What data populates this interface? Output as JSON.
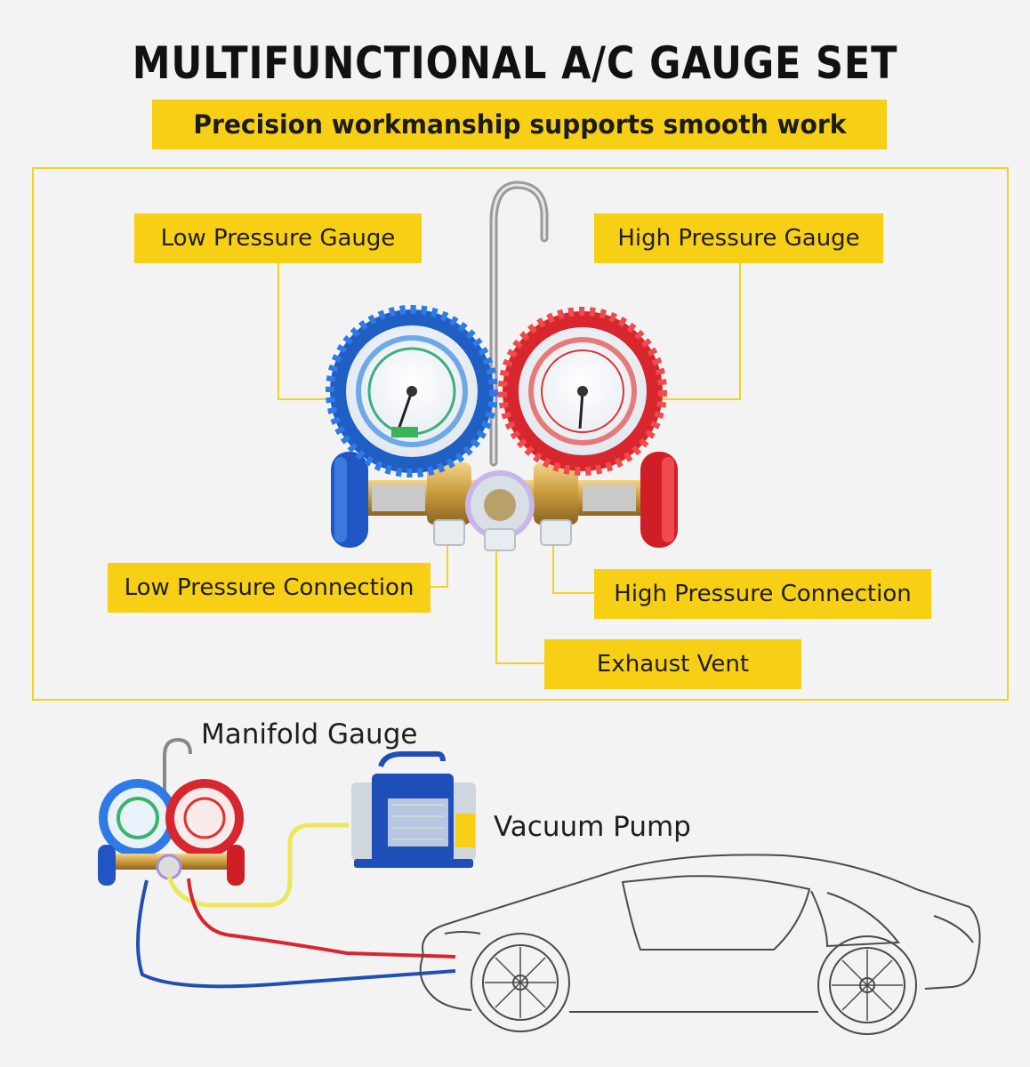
{
  "title": "MULTIFUNCTIONAL A/C GAUGE SET",
  "subtitle": "Precision workmanship supports smooth work",
  "callouts": {
    "low_gauge": "Low Pressure Gauge",
    "high_gauge": "High Pressure Gauge",
    "low_connection": "Low Pressure Connection",
    "high_connection": "High Pressure Connection",
    "exhaust_vent": "Exhaust Vent"
  },
  "setup": {
    "manifold_label": "Manifold Gauge",
    "pump_label": "Vacuum Pump"
  },
  "colors": {
    "label_yellow": "#f7cf14",
    "low_side_blue": "#1f5fc4",
    "high_side_red": "#d7262e",
    "hose_yellow": "#ece85a"
  }
}
